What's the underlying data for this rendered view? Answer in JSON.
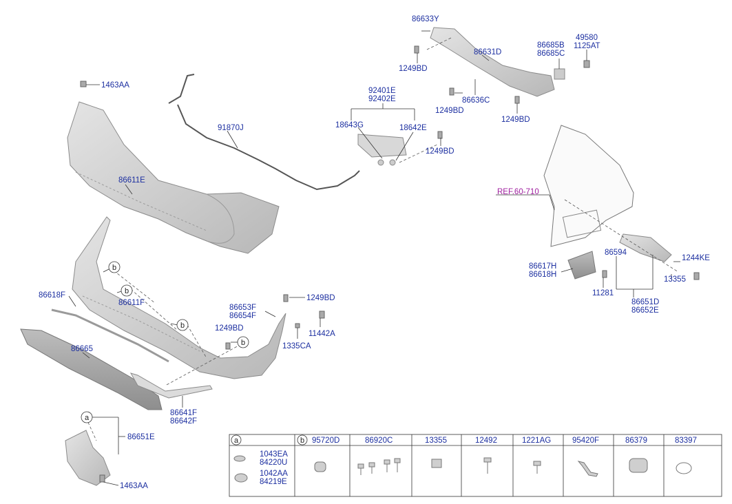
{
  "labels": {
    "p86633Y": "86633Y",
    "p1249BD_a": "1249BD",
    "p86631D": "86631D",
    "p86685B": "86685B",
    "p86685C": "86685C",
    "p49580": "49580",
    "p1125AT": "1125AT",
    "p86636C": "86636C",
    "p1249BD_b": "1249BD",
    "p1249BD_c": "1249BD",
    "p1463AA_a": "1463AA",
    "p91870J": "91870J",
    "p92401E": "92401E",
    "p92402E": "92402E",
    "p18643G": "18643G",
    "p18642E": "18642E",
    "p1249BD_d": "1249BD",
    "p86611E": "86611E",
    "pREF": "REF.60-710",
    "p86594": "86594",
    "p1244KE": "1244KE",
    "p86617H": "86617H",
    "p86618H": "86618H",
    "p13355": "13355",
    "p11281": "11281",
    "p86651D": "86651D",
    "p86652E": "86652E",
    "p86618F": "86618F",
    "p86611F": "86611F",
    "p1249BD_e": "1249BD",
    "p86653F": "86653F",
    "p86654F": "86654F",
    "p1249BD_f": "1249BD",
    "p11442A": "11442A",
    "p1335CA": "1335CA",
    "p86665": "86665",
    "p86641F": "86641F",
    "p86642F": "86642F",
    "p86651E": "86651E",
    "p1463AA_b": "1463AA"
  },
  "callouts": {
    "a": "a",
    "b": "b"
  },
  "table": {
    "a_marker": "a",
    "b_marker": "b",
    "a_parts": [
      "1043EA",
      "84220U",
      "1042AA",
      "84219E"
    ],
    "columns": [
      "95720D",
      "86920C",
      "13355",
      "12492",
      "1221AG",
      "95420F",
      "86379",
      "83397"
    ]
  },
  "colors": {
    "label": "#1c2fa0",
    "ref": "#a020a0",
    "part_fill": "#cfcfcf",
    "part_stroke": "#8a8a8a"
  }
}
